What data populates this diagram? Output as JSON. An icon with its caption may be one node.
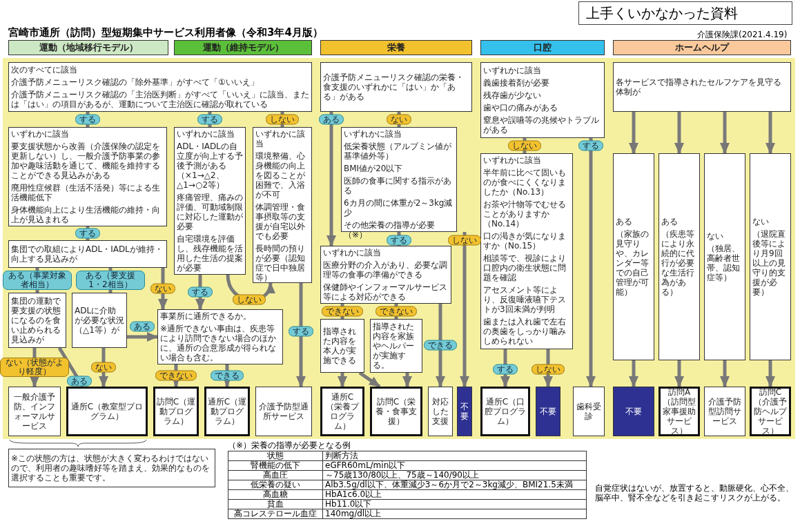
{
  "diagram": {
    "title": "宮崎市通所（訪問）型短期集中サービス利用者像（令和3年4月版）",
    "nodes": [
      {
        "text": [
          "運動（地域移行モデル）"
        ]
      },
      {
        "text": [
          "運動（維持モデル）"
        ]
      },
      {
        "text": [
          "栄養"
        ]
      },
      {
        "text": [
          "口腔"
        ]
      },
      {
        "text": [
          "ホームヘルプ"
        ]
      },
      {
        "text": [
          "次のすべてに該当",
          "介護予防メニューリスク確認の「除外基準」がすべて「①いいえ」",
          "介護予防メニューリスク確認の「主治医判断」がすべて「いいえ」に該当、または「はい」の項目があるが、運動について主治医に確認が取れている"
        ]
      },
      {
        "text": [
          "いずれかに該当",
          "要支援状態から改善（介護保険の認定を更新しない）し、一般介護予防事業の参加や趣味活動を通じて、機能を維持することができる見込みがある",
          "廃用性症候群（生活不活発）等による生活機能低下",
          "身体機能向上により生活機能の維持・向上が見込まれる"
        ]
      },
      {
        "text": [
          "いずれかに該当",
          "ADL・IADLの自立度が向上する予後予測がある（×1→△2、△1→○2等）",
          "疼痛管理、痛みの評価、可動域制限に対応した運動が必要",
          "自宅環境を評価し、残存機能を活用した生活の提案が必要"
        ]
      },
      {
        "text": [
          "いずれかに該当",
          "環境整備、心身機能の向上を図ることが困難で、入浴が不可",
          "体調管理・食事摂取等の支援が自宅以外でも必要",
          "長時間の預りが必要（認知症で日中独居等）"
        ]
      },
      {
        "text": [
          "集団での取組によりADL・IADLが維持・向上する見込みが"
        ]
      },
      {
        "text": [
          "集団の運動で要支援の状態になるのを食い止められる見込みが"
        ]
      },
      {
        "text": [
          "ADLに介助が必要な状況（△1等）が"
        ]
      },
      {
        "text": [
          "事業所に通所できるか。",
          "※通所できない事由は、疾患等により訪問できない場合のほかに、通所の合意形成が得られない場合も含む。"
        ]
      },
      {
        "text": [
          "一般介護予防、インフォーマルサービス"
        ]
      },
      {
        "text": [
          "通所C（教室型プログラム）"
        ]
      },
      {
        "text": [
          "訪問C（運動プログラム）"
        ]
      },
      {
        "text": [
          "通所C（運動プログラム）"
        ]
      },
      {
        "text": [
          "介護予防型通所サービス"
        ]
      },
      {
        "text": [
          "介護予防メニューリスク確認の栄養・食支援のいずれかに「はい」か「ある」がある"
        ]
      },
      {
        "text": [
          "いずれかに該当",
          "低栄養状態（アルブミン値が基準値外等）",
          "BMI値が20以下",
          "医師の食事に関する指示がある",
          "6カ月の間に体重が2～3kg減少",
          "その他栄養の指導が必要（※）"
        ]
      },
      {
        "text": [
          "いずれかに該当",
          "医療分野の介入があり、必要な調理等の食事の準備ができる",
          "保健師やインフォーマルサービス等による対応ができる"
        ]
      },
      {
        "text": [
          "指導された内容を本人が実施できる"
        ]
      },
      {
        "text": [
          "指導された内容を家族やヘルパーが実施する。"
        ]
      },
      {
        "text": [
          "通所C（栄養プログラム）"
        ]
      },
      {
        "text": [
          "訪問C（栄養・食事支援）"
        ]
      },
      {
        "text": [
          "対応した支援"
        ]
      },
      {
        "text": [
          "不要"
        ]
      },
      {
        "text": [
          "いずれかに該当",
          "義歯接着剤が必要",
          "残存歯が少ない",
          "歯や口の痛みがある",
          "窒息や誤嚥等の兆候やトラブルがある"
        ]
      },
      {
        "text": [
          "いずれかに該当",
          "半年前に比べて固いものが食べにくくなりましたか（No.13）",
          "お茶や汁物等でむせることがありますか（No.14）",
          "口の渇きが気になりますか（No.15）",
          "相談等で、視診により口腔内の衛生状態に問題を確認",
          "アセスメント等により、反復唾液嚥下テストが3回未満が判明",
          "歯または入れ歯で左右の奥歯をしっかり噛みしめられない"
        ]
      },
      {
        "text": [
          "通所C（口腔プログラム）"
        ]
      },
      {
        "text": [
          "不要"
        ]
      },
      {
        "text": [
          "歯科受診"
        ]
      },
      {
        "text": [
          "各サービスで指導されたセルフケアを見守る体制が"
        ]
      },
      {
        "text": [
          "ある",
          "（家族の見守りや、カレンダー等での自己管理が可能）"
        ]
      },
      {
        "text": [
          "ある",
          "（疾患等により永続的に代行が必要な生活行為がある）"
        ]
      },
      {
        "text": [
          "ない",
          "（独居、高齢者世帯、認知症等）"
        ]
      },
      {
        "text": [
          "ない",
          "（退院直後等により月9回以上の見守り的支援が必要）"
        ]
      },
      {
        "text": [
          "不要"
        ]
      },
      {
        "text": [
          "訪問A（訪問型家事援助サービス）"
        ]
      },
      {
        "text": [
          "介護予防型訪問サービス"
        ]
      },
      {
        "text": [
          "訪問C（介護予防ヘルプサービス）"
        ]
      },
      {
        "text": [
          "※この状態の方は、状態が大きく変わるわけではないので、利用者の趣味嗜好等を踏まえ、効果的なものを選択することも重要です。"
        ]
      }
    ],
    "edges": [
      {
        "from": 5,
        "to": 6,
        "arrow": "to",
        "label": "する"
      },
      {
        "from": 5,
        "to": 7,
        "arrow": "to",
        "label": "する"
      },
      {
        "from": 5,
        "to": 8,
        "arrow": "to",
        "label": "しない"
      },
      {
        "from": 6,
        "to": 9,
        "arrow": "to",
        "label": "する"
      },
      {
        "from": 9,
        "to": 10,
        "arrow": "to",
        "label": "ある（事業対象者相当）"
      },
      {
        "from": 9,
        "to": 11,
        "arrow": "to",
        "label": "ある（要支援1・2相当）"
      },
      {
        "from": 9,
        "to": 12,
        "arrow": "to",
        "label": "ない"
      },
      {
        "from": 10,
        "to": 13,
        "arrow": "to",
        "label": "ない（状態がより軽度）"
      },
      {
        "from": 10,
        "to": 14,
        "arrow": "to",
        "label": "ある"
      },
      {
        "from": 11,
        "to": 12,
        "arrow": "to",
        "label": "ある"
      },
      {
        "from": 11,
        "to": 14,
        "arrow": "to",
        "label": "ない"
      },
      {
        "from": 12,
        "to": 15,
        "arrow": "to",
        "label": "できない"
      },
      {
        "from": 12,
        "to": 16,
        "arrow": "to",
        "label": "できる"
      },
      {
        "from": 7,
        "to": 12,
        "arrow": "to",
        "label": "する"
      },
      {
        "from": 7,
        "to": 8,
        "arrow": "to",
        "label": "しない"
      },
      {
        "from": 8,
        "to": 17,
        "arrow": "to",
        "label": "する"
      },
      {
        "from": 18,
        "to": 20,
        "arrow": "to",
        "label": "ある"
      },
      {
        "from": 18,
        "to": 19,
        "arrow": "to",
        "label": "ない"
      },
      {
        "from": 19,
        "to": 20,
        "arrow": "to",
        "label": "する"
      },
      {
        "from": 19,
        "to": 26,
        "arrow": "to",
        "label": "しない"
      },
      {
        "from": 20,
        "to": 21,
        "arrow": "to",
        "label": "できない"
      },
      {
        "from": 20,
        "to": 22,
        "arrow": "to",
        "label": "できない"
      },
      {
        "from": 20,
        "to": 25,
        "arrow": "to",
        "label": "できる"
      },
      {
        "from": 21,
        "to": 23,
        "arrow": "to"
      },
      {
        "from": 21,
        "to": 24,
        "arrow": "to"
      },
      {
        "from": 22,
        "to": 24,
        "arrow": "to"
      },
      {
        "from": 27,
        "to": 28,
        "arrow": "to",
        "label": "しない"
      },
      {
        "from": 27,
        "to": 31,
        "arrow": "to",
        "label": "する"
      },
      {
        "from": 28,
        "to": 29,
        "arrow": "to",
        "label": "する"
      },
      {
        "from": 28,
        "to": 30,
        "arrow": "to",
        "label": "しない"
      },
      {
        "from": 32,
        "to": 33,
        "arrow": "to"
      },
      {
        "from": 32,
        "to": 34,
        "arrow": "to"
      },
      {
        "from": 32,
        "to": 35,
        "arrow": "to"
      },
      {
        "from": 32,
        "to": 36,
        "arrow": "to"
      },
      {
        "from": 33,
        "to": 37,
        "arrow": "to"
      },
      {
        "from": 34,
        "to": 38,
        "arrow": "to"
      },
      {
        "from": 35,
        "to": 39,
        "arrow": "to"
      },
      {
        "from": 36,
        "to": 40,
        "arrow": "to"
      }
    ],
    "labels": [
      "上手くいかなかった資料",
      "介護保険課(2021.4.19)",
      "（※）栄養の指導が必要となる例",
      "状態",
      "判断方法",
      "腎機能の低下",
      "eGFR60mL/min以下",
      "高血圧",
      "～75歳130/80以上、75歳～140/90以上",
      "低栄養の疑い",
      "Alb3.5g/dl以下、体重減少3～6か月で2～3kg減少、BMI21.5未満",
      "高血糖",
      "HbA1c6.0以上",
      "貧血",
      "Hb11.0以下",
      "高コレステロール血症",
      "140mg/dl以上",
      "自覚症状はないが、放置すると、動脈硬化、心不全、脳卒中、腎不全などを引き起こすリスクが上がる。"
    ]
  }
}
